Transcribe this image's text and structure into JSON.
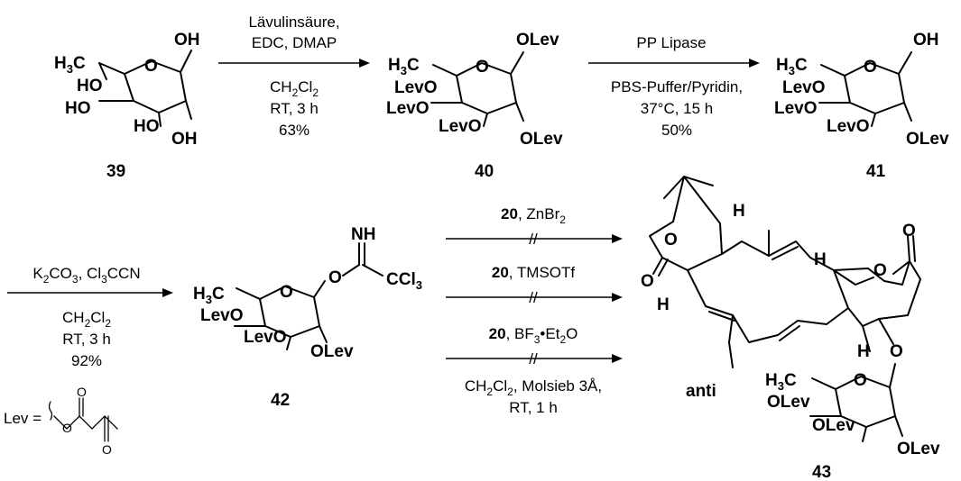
{
  "compounds": {
    "c39": "39",
    "c40": "40",
    "c41": "41",
    "c42": "42",
    "c43": "43",
    "anti": "anti"
  },
  "step1": {
    "reagent_1": "Lävulinsäure,",
    "reagent_2": "EDC, DMAP",
    "solvent_main": "CH",
    "solvent_sub": "2",
    "solvent_main2": "Cl",
    "solvent_sub2": "2",
    "conditions": "RT, 3 h",
    "yield": "63%"
  },
  "step2": {
    "reagent": "PP Lipase",
    "buffer": "PBS-Puffer/Pyridin,",
    "conditions": "37°C, 15 h",
    "yield": "50%"
  },
  "step3": {
    "reagent_a": "K",
    "reagent_a_sub": "2",
    "reagent_b": "CO",
    "reagent_b_sub": "3",
    "reagent_c": ", Cl",
    "reagent_c_sub": "3",
    "reagent_d": "CCN",
    "solvent_main": "CH",
    "solvent_sub": "2",
    "solvent_main2": "Cl",
    "solvent_sub2": "2",
    "conditions": "RT, 3 h",
    "yield": "92%"
  },
  "step4": {
    "donor": "20",
    "cond_a": ", ZnBr",
    "cond_a_sub": "2",
    "cond_b": ", TMSOTf",
    "cond_c": ", BF",
    "cond_c_sub": "3",
    "cond_c_tail": "•Et",
    "cond_c_sub2": "2",
    "cond_c_end": "O",
    "solvent_main": "CH",
    "solvent_sub": "2",
    "solvent_main2": "Cl",
    "solvent_sub2": "2",
    "solvent_tail": ", Molsieb 3Å,",
    "conditions": "RT, 1 h",
    "failed_mark": "//"
  },
  "lev_definition": {
    "label": "Lev =",
    "o_ester": "O",
    "o_carbonyl": "O",
    "o_ketone": "O"
  },
  "atoms": {
    "oh": "OH",
    "ho": "HO",
    "olev": "OLev",
    "levo": "LevO",
    "o": "O",
    "h3c": "H",
    "h3c_sub": "3",
    "h3c_c": "C",
    "nh": "NH",
    "ccl3": "CCl",
    "ccl3_sub": "3",
    "h": "H"
  }
}
